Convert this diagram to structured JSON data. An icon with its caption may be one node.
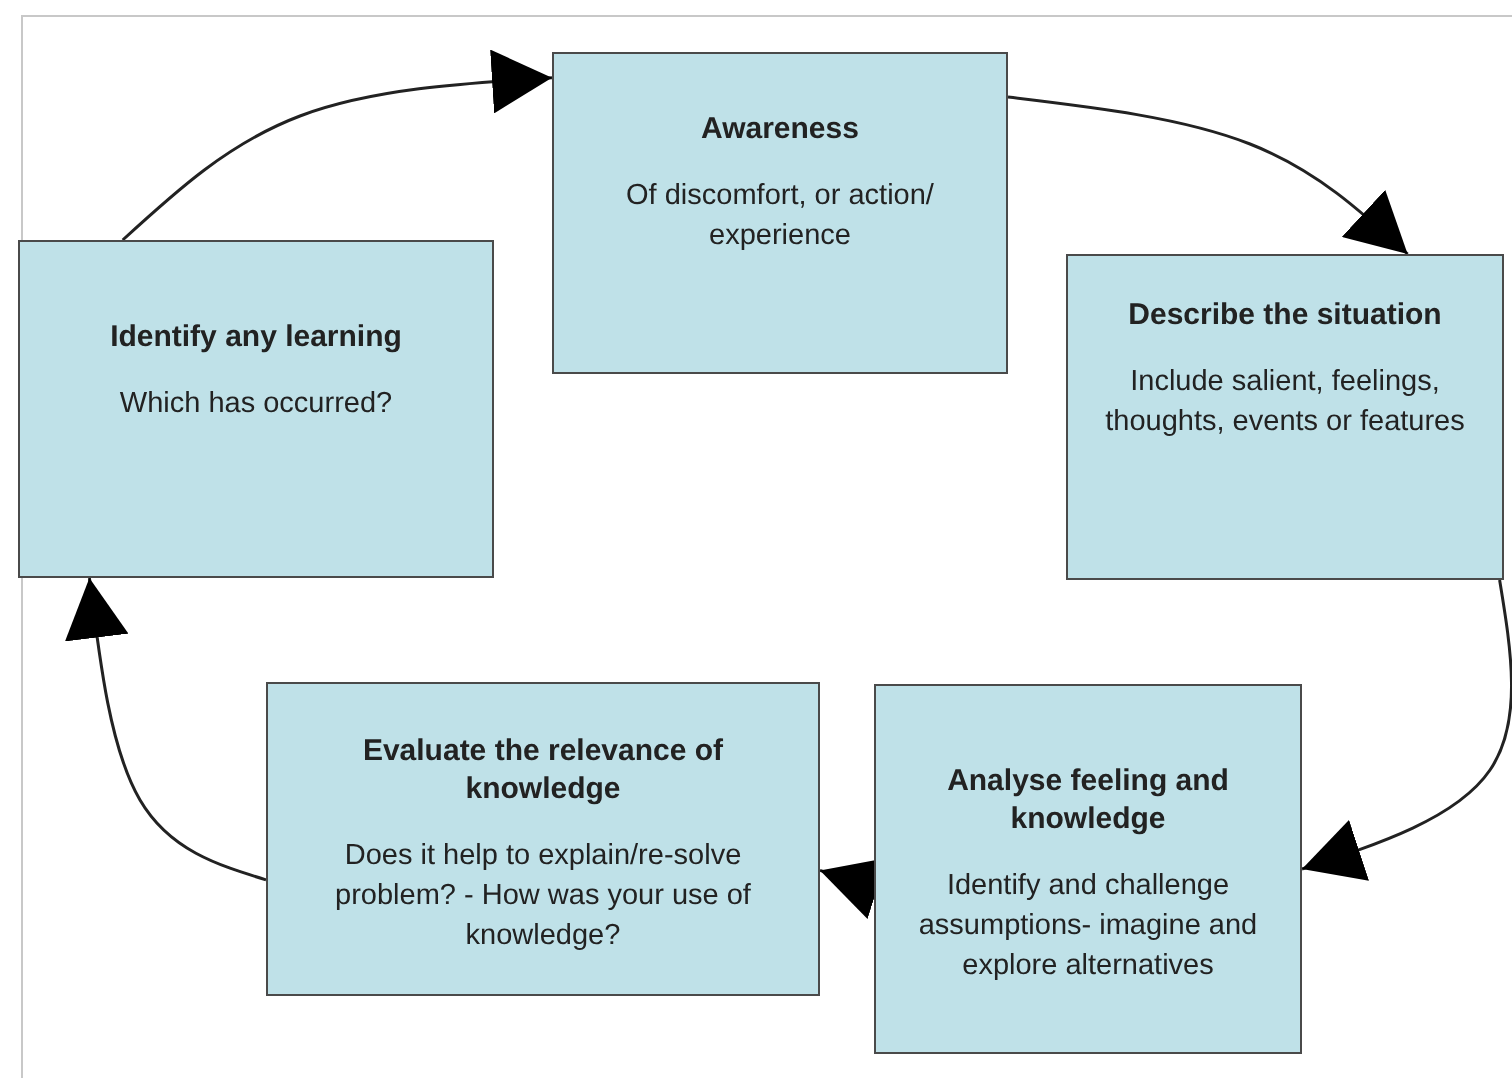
{
  "diagram": {
    "nodes": [
      {
        "text": [
          "Awareness",
          "Of discomfort, or action/ experience"
        ]
      },
      {
        "text": [
          "Describe the situation",
          "Include salient, feelings, thoughts, events or features"
        ]
      },
      {
        "text": [
          "Analyse feeling and knowledge",
          "Identify and challenge assumptions- imagine and explore alternatives"
        ]
      },
      {
        "text": [
          "Evaluate the relevance of knowledge",
          "Does it help to explain/re-solve problem? - How was your use of knowledge?"
        ]
      },
      {
        "text": [
          "Identify any learning",
          "Which has occurred?"
        ]
      }
    ],
    "edges": [
      {
        "from": 4,
        "to": 0,
        "arrow": "to"
      },
      {
        "from": 0,
        "to": 1,
        "arrow": "to"
      },
      {
        "from": 1,
        "to": 2,
        "arrow": "to"
      },
      {
        "from": 2,
        "to": 3,
        "arrow": "to"
      },
      {
        "from": 3,
        "to": 4,
        "arrow": "to"
      }
    ]
  }
}
